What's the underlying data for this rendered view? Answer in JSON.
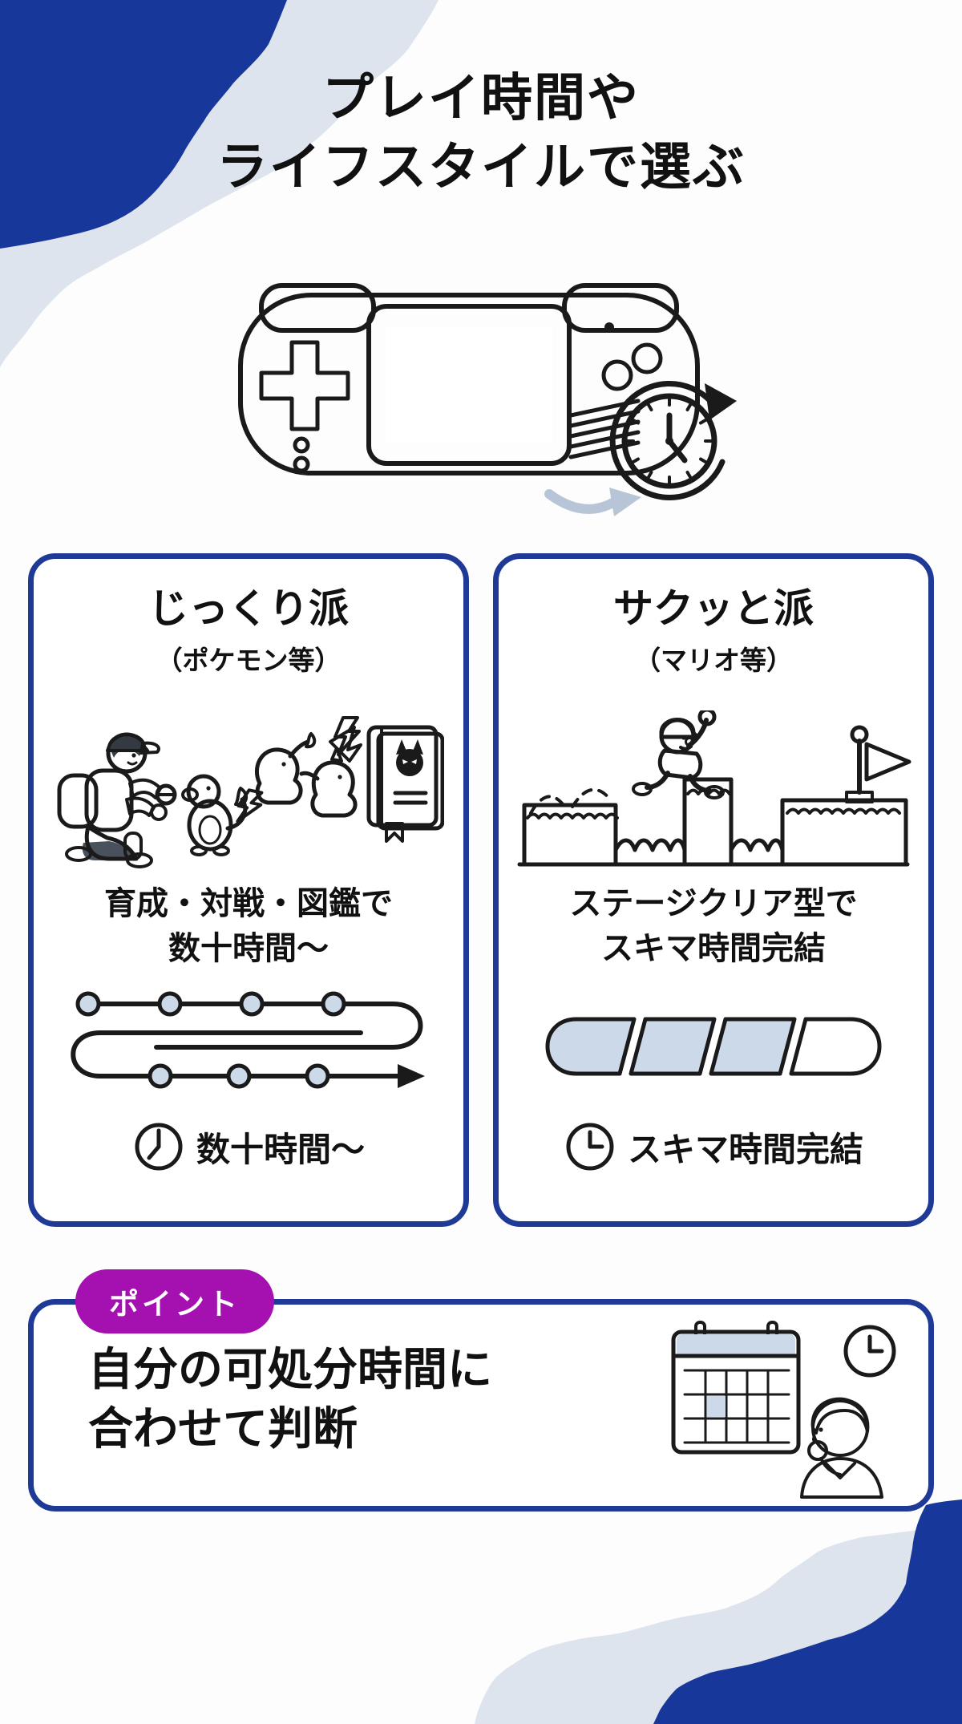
{
  "colors": {
    "background": "#fdfdfe",
    "wave_blue": "#17379a",
    "wave_light": "#dde4ee",
    "card_border_blue": "#1e3a96",
    "badge_purple": "#a511b0",
    "text_black": "#111111",
    "illustration_fill": "#ccd9e9",
    "illustration_fill_light": "#e8eef5",
    "illustration_stroke": "#1a1a1a"
  },
  "title": {
    "line1": "プレイ時間や",
    "line2": "ライフスタイルで選ぶ"
  },
  "hero": {
    "icons": [
      "gameboy-advance-console-icon",
      "rotating-clock-icon",
      "curved-arrow-icon"
    ]
  },
  "cards": [
    {
      "heading": "じっくり派",
      "subheading": "（ポケモン等）",
      "illustration": "pokemon-trainer-battle-pokedex-icon",
      "description_line1": "育成・対戦・図鑑で",
      "description_line2": "数十時間〜",
      "route": {
        "top_nodes": 4,
        "bottom_nodes": 3
      },
      "time_label": "数十時間〜"
    },
    {
      "heading": "サクッと派",
      "subheading": "（マリオ等）",
      "illustration": "mario-stage-clear-flag-icon",
      "description_line1": "ステージクリア型で",
      "description_line2": "スキマ時間完結",
      "progress": {
        "segments": 4,
        "filled": 3
      },
      "time_label": "スキマ時間完結"
    }
  ],
  "point": {
    "badge": "ポイント",
    "line1": "自分の可処分時間に",
    "line2": "合わせて判断",
    "illustration": "calendar-clock-thinking-person-icon"
  }
}
